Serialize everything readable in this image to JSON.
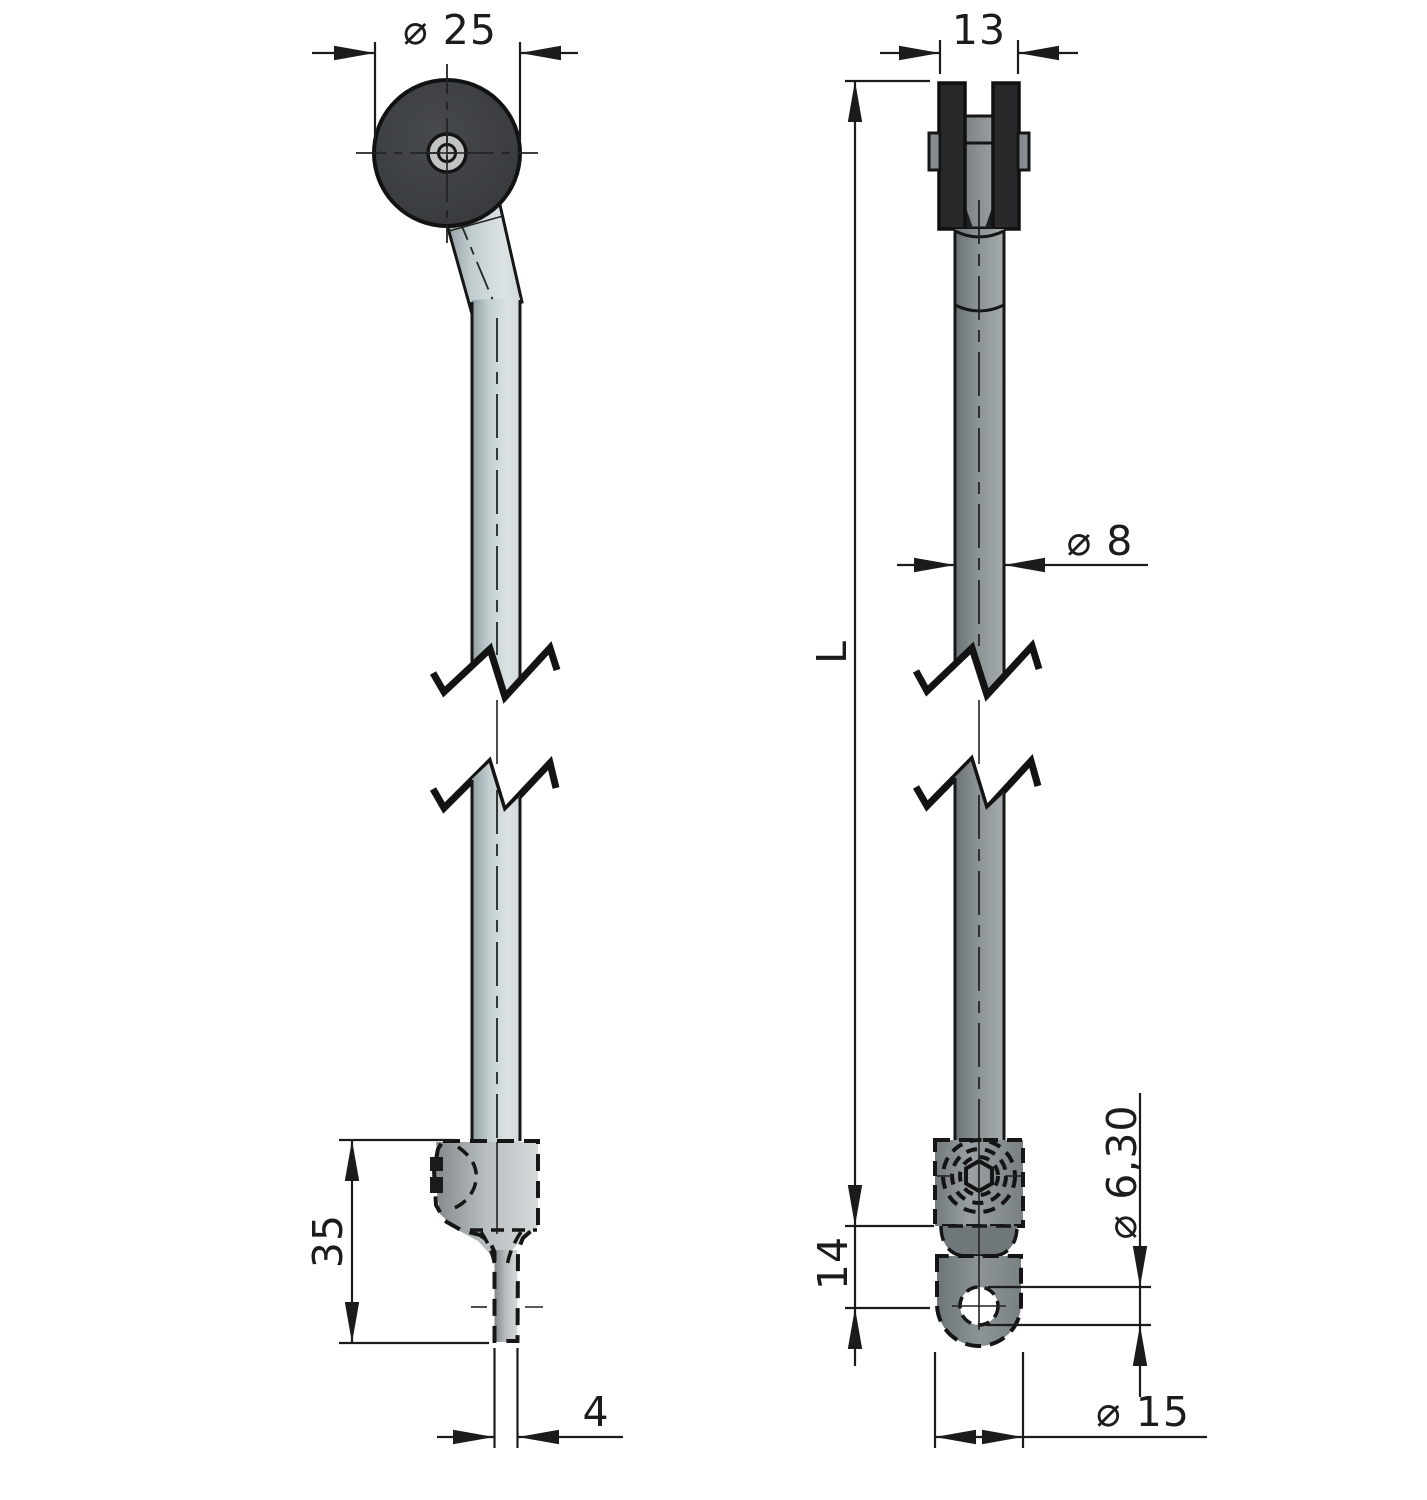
{
  "drawing": {
    "kind": "technical-drawing",
    "subject": "hand lever with ball knob, clevis fork and pivot eye (front and side views)"
  },
  "dimensions": {
    "knob_diameter": "⌀ 25",
    "fork_width": "13",
    "rod_diameter": "⌀ 8",
    "overall_length": "L",
    "clamp_height": "35",
    "blade_thickness": "4",
    "pivot_offset": "14",
    "pivot_hole_diameter": "⌀ 6,30",
    "eye_diameter": "⌀ 15"
  },
  "colors": {
    "background": "#ffffff",
    "line": "#1b1b1b",
    "dimension_text": "#1c1c1c",
    "knob_dark": "#3d4043",
    "hub_light": "#bfc3c4",
    "rod_front_light": "#c3ced0",
    "rod_side_gray": "#8b9294",
    "clamp_gray": "#b9bec0",
    "fork_dark": "#27292b"
  }
}
